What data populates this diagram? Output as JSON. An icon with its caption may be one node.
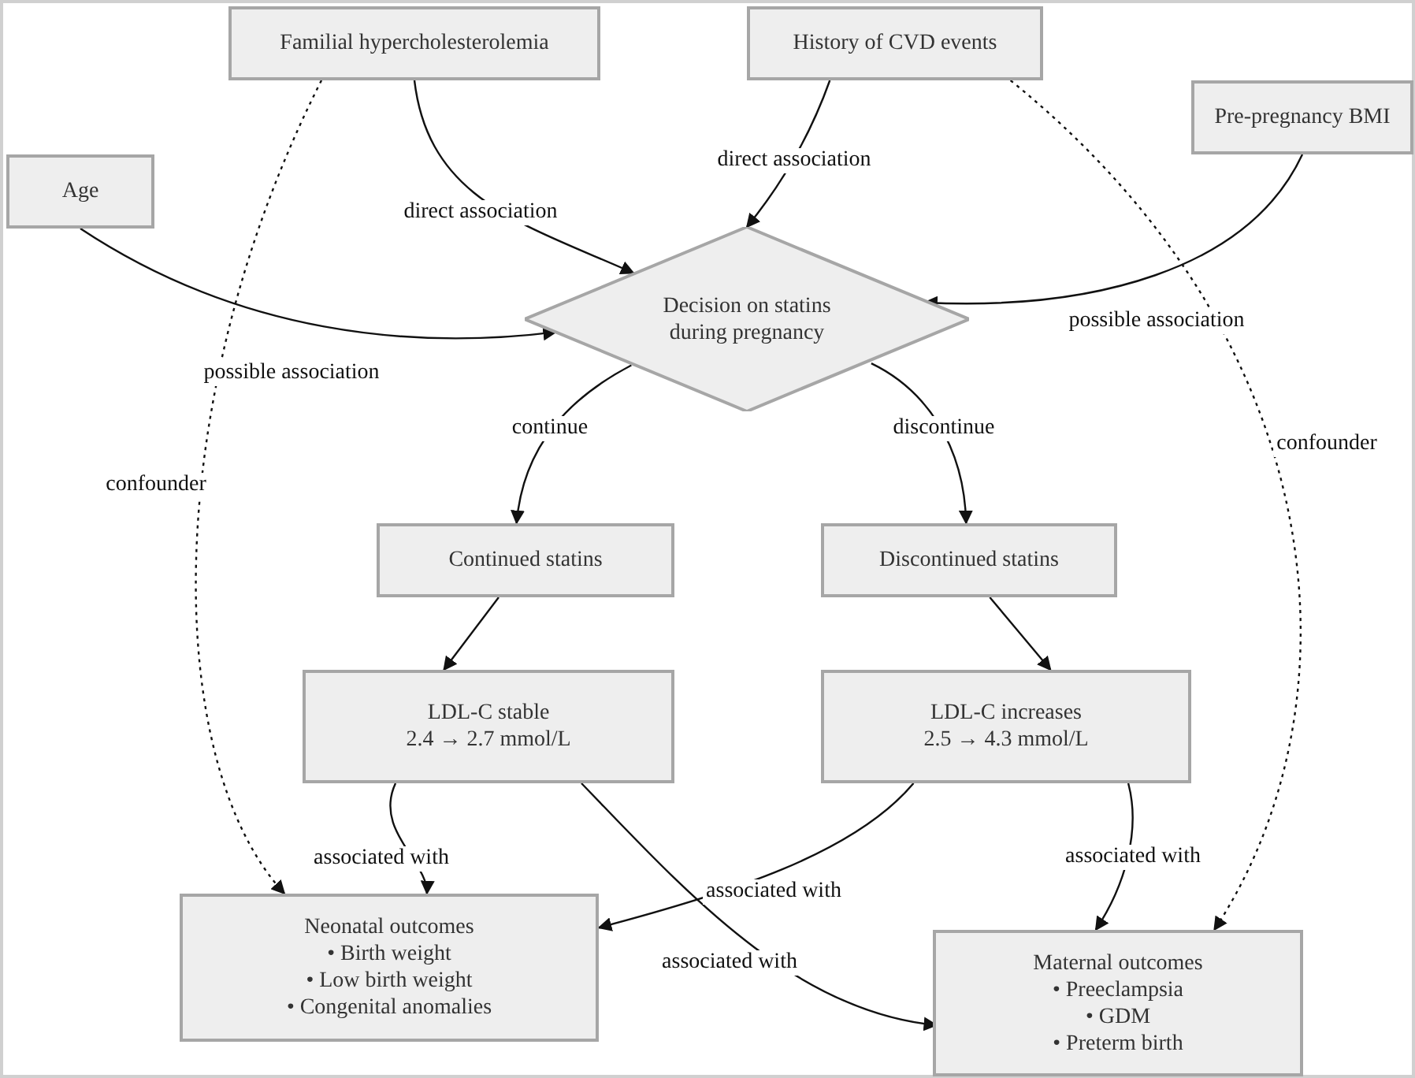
{
  "diagram": {
    "nodes": [
      {
        "text": [
          "Familial hypercholesterolemia"
        ]
      },
      {
        "text": [
          "History of CVD events"
        ]
      },
      {
        "text": [
          "Pre-pregnancy BMI"
        ]
      },
      {
        "text": [
          "Age"
        ]
      },
      {
        "text": [
          "Decision on statins during pregnancy"
        ]
      },
      {
        "text": [
          "Continued statins"
        ]
      },
      {
        "text": [
          "Discontinued statins"
        ]
      },
      {
        "text": [
          "LDL-C stable",
          "2.4 → 2.7 mmol/L"
        ]
      },
      {
        "text": [
          "LDL-C increases",
          "2.5 → 4.3 mmol/L"
        ]
      },
      {
        "text": [
          "Neonatal outcomes",
          "• Birth weight",
          "• Low birth weight",
          "• Congenital anomalies"
        ]
      },
      {
        "text": [
          "Maternal outcomes",
          "• Preeclampsia",
          "• GDM",
          "• Preterm birth"
        ]
      }
    ],
    "edges": [
      {
        "from": 0,
        "to": 4,
        "arrow": "to",
        "label": "direct association"
      },
      {
        "from": 1,
        "to": 4,
        "arrow": "to",
        "label": "direct association"
      },
      {
        "from": 3,
        "to": 4,
        "arrow": "to",
        "label": "possible association"
      },
      {
        "from": 2,
        "to": 4,
        "arrow": "to",
        "label": "possible association"
      },
      {
        "from": 0,
        "to": 9,
        "arrow": "to",
        "label": "confounder",
        "style": "dashed"
      },
      {
        "from": 1,
        "to": 10,
        "arrow": "to",
        "label": "confounder",
        "style": "dashed"
      },
      {
        "from": 4,
        "to": 5,
        "arrow": "to",
        "label": "continue"
      },
      {
        "from": 4,
        "to": 6,
        "arrow": "to",
        "label": "discontinue"
      },
      {
        "from": 5,
        "to": 7,
        "arrow": "to"
      },
      {
        "from": 6,
        "to": 8,
        "arrow": "to"
      },
      {
        "from": 7,
        "to": 9,
        "arrow": "to",
        "label": "associated with"
      },
      {
        "from": 8,
        "to": 9,
        "arrow": "to",
        "label": "associated with"
      },
      {
        "from": 7,
        "to": 10,
        "arrow": "to",
        "label": "associated with"
      },
      {
        "from": 8,
        "to": 10,
        "arrow": "to",
        "label": "associated with"
      }
    ]
  }
}
